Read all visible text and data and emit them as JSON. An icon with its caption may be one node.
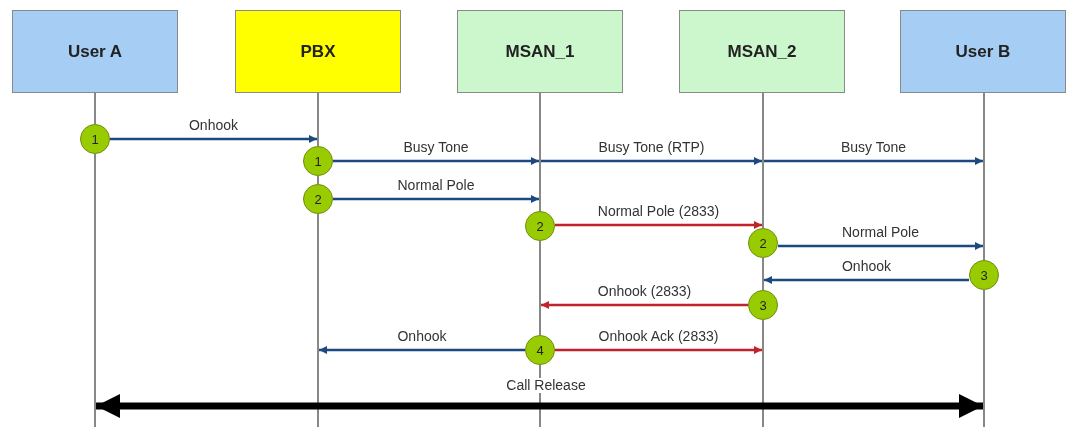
{
  "diagram": {
    "nodes": [
      {
        "text": [
          "User A"
        ]
      },
      {
        "text": [
          "PBX"
        ]
      },
      {
        "text": [
          "MSAN_1"
        ]
      },
      {
        "text": [
          "MSAN_2"
        ]
      },
      {
        "text": [
          "User B"
        ]
      },
      {
        "text": [],
        "shape": "bar"
      },
      {
        "text": [],
        "shape": "bar"
      },
      {
        "text": [],
        "shape": "bar"
      },
      {
        "text": [],
        "shape": "bar"
      },
      {
        "text": [],
        "shape": "bar"
      },
      {
        "text": [],
        "shape": "bar"
      },
      {
        "text": [],
        "shape": "bar"
      },
      {
        "text": [],
        "shape": "bar"
      },
      {
        "text": [],
        "shape": "bar"
      },
      {
        "text": [],
        "shape": "bar"
      },
      {
        "text": [],
        "shape": "bar"
      },
      {
        "text": [],
        "shape": "bar"
      },
      {
        "text": [],
        "shape": "bar"
      },
      {
        "text": [
          "1"
        ]
      },
      {
        "text": [
          "1"
        ]
      },
      {
        "text": [
          "2"
        ]
      },
      {
        "text": [
          "2"
        ]
      },
      {
        "text": [
          "2"
        ]
      },
      {
        "text": [
          "3"
        ]
      },
      {
        "text": [
          "3"
        ]
      },
      {
        "text": [
          "4"
        ]
      }
    ],
    "edges": [
      {
        "from": 18,
        "to": 7,
        "arrow": "to",
        "label": "Onhook"
      },
      {
        "from": 19,
        "to": 10,
        "arrow": "to",
        "label": "Busy Tone"
      },
      {
        "from": 10,
        "to": 13,
        "arrow": "to",
        "label": "Busy Tone (RTP)"
      },
      {
        "from": 13,
        "to": 16,
        "arrow": "to",
        "label": "Busy Tone"
      },
      {
        "from": 20,
        "to": 10,
        "arrow": "to",
        "label": "Normal Pole"
      },
      {
        "from": 21,
        "to": 13,
        "arrow": "to",
        "label": "Normal Pole (2833)",
        "color": "#c0232b"
      },
      {
        "from": 22,
        "to": 16,
        "arrow": "to",
        "label": "Normal Pole"
      },
      {
        "from": 23,
        "to": 14,
        "arrow": "to",
        "label": "Onhook"
      },
      {
        "from": 24,
        "to": 11,
        "arrow": "to",
        "label": "Onhook (2833)",
        "color": "#c0232b"
      },
      {
        "from": 25,
        "to": 9,
        "arrow": "to",
        "label": "Onhook"
      },
      {
        "from": 25,
        "to": 15,
        "arrow": "to",
        "label": "Onhook Ack (2833)",
        "color": "#c0232b"
      },
      {
        "from": 6,
        "to": 17,
        "arrow": "both",
        "label": "Call Release",
        "style": "thick",
        "color": "#000000"
      }
    ]
  }
}
